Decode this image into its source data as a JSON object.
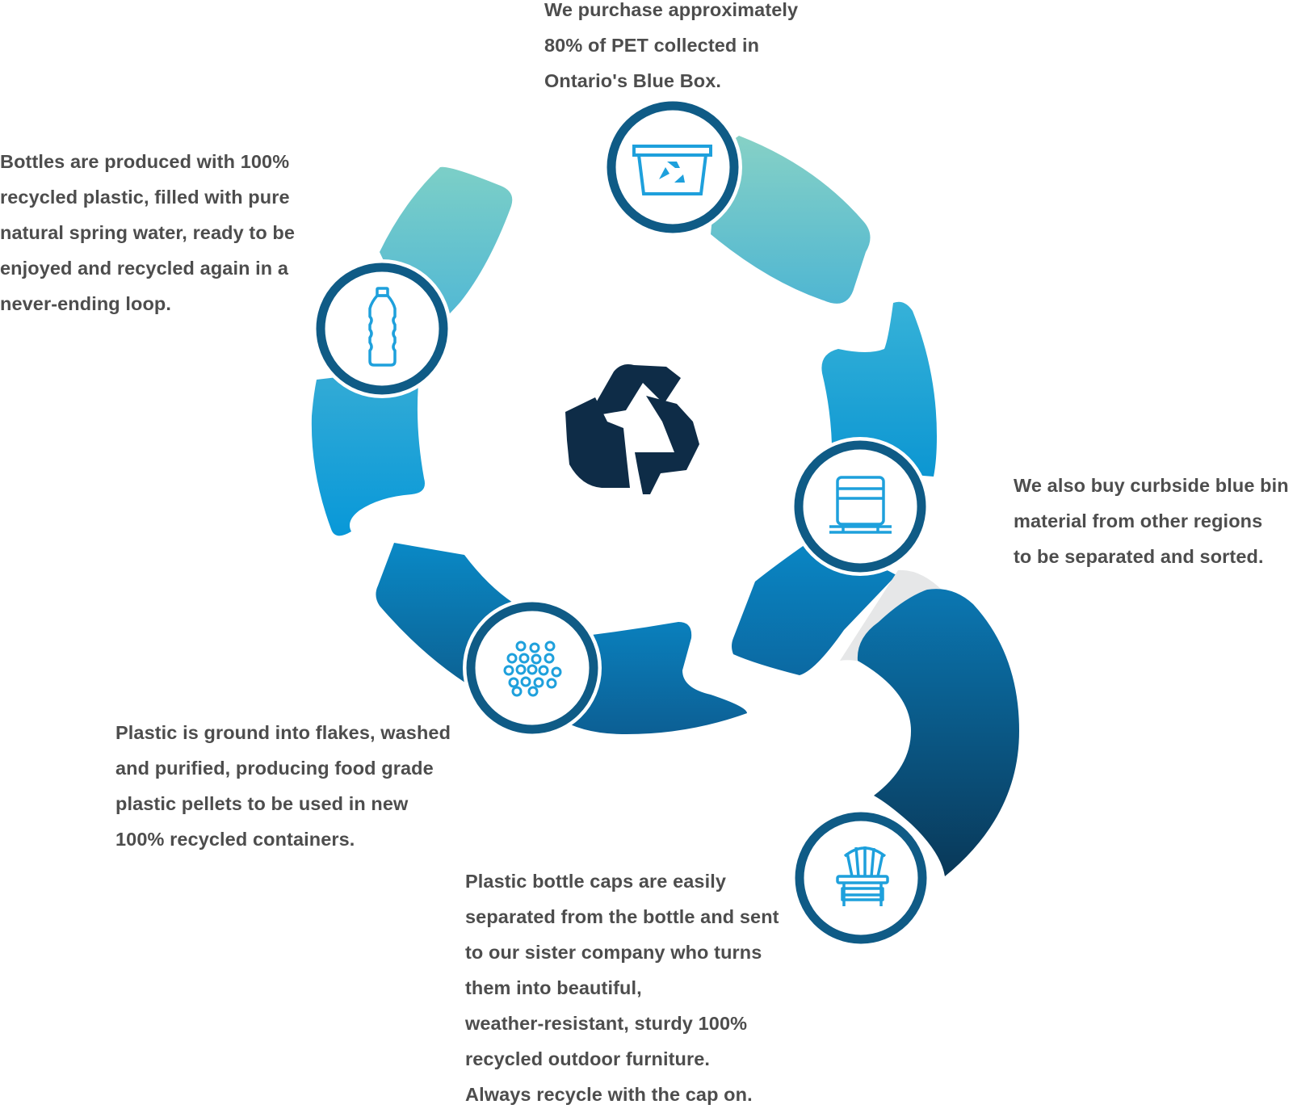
{
  "steps": [
    {
      "id": "purchase",
      "icon": "blue-box-recycling-bin-icon",
      "text": "We purchase approximately\n80% of PET collected in\nOntario's Blue Box."
    },
    {
      "id": "curbside",
      "icon": "blue-bin-cart-icon",
      "text": "We also buy curbside blue bin\nmaterial from other regions\nto be separated and sorted."
    },
    {
      "id": "plastic",
      "icon": "plastic-pellets-icon",
      "text": "Plastic is ground into flakes, washed\nand purified, producing food grade\nplastic pellets to be used in new\n100% recycled containers."
    },
    {
      "id": "bottles",
      "icon": "water-bottle-icon",
      "text": "Bottles are produced with 100%\nrecycled plastic, filled with pure\nnatural spring water, ready to be\nenjoyed and recycled again in a\nnever-ending loop."
    },
    {
      "id": "caps",
      "icon": "adirondack-chair-icon",
      "text": "Plastic bottle caps are easily\nseparated from the bottle and sent\nto our sister company who turns\nthem into beautiful,\nweather-resistant, sturdy 100%\nrecycled outdoor furniture.\nAlways recycle with the cap on."
    }
  ],
  "center_icon": "recycle-symbol-icon",
  "colors": {
    "text": "#4d4d4d",
    "ring_border": "#0f5b86",
    "icon_blue": "#1ea0dc",
    "teal_light": "#7fcdc8",
    "blue_mid": "#17a3d8",
    "blue_dark": "#0a6fa8",
    "navy": "#0c3a5c",
    "recycle_symbol": "#0e2c47"
  }
}
